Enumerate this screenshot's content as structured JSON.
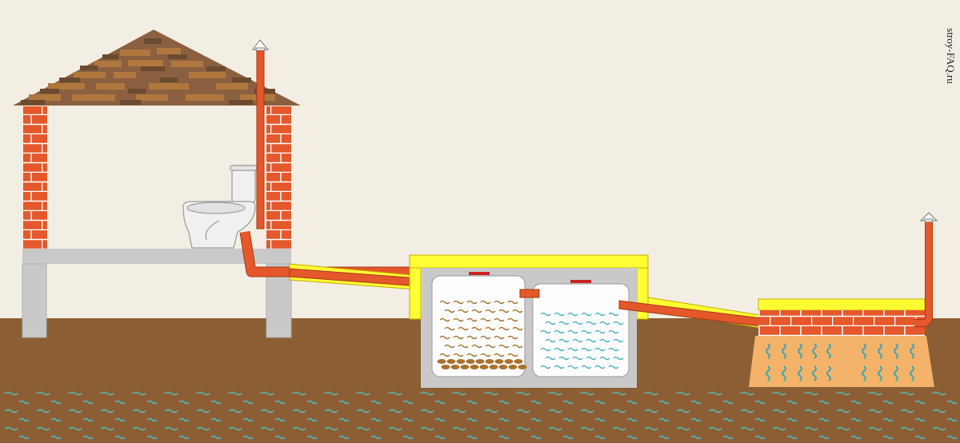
{
  "watermark": "stroy-FAQ.ru",
  "colors": {
    "sky": "#f2eee4",
    "soil": "#8b5e34",
    "groundwater": "#5bb3b3",
    "brick": "#e4582b",
    "mortar": "#ffffff",
    "concrete": "#c9c9c9",
    "pipe": "#e4582b",
    "pipe_outline": "#a93a12",
    "insulation": "#ffff33",
    "roof_dark": "#6b4a2f",
    "roof_light": "#b0773f",
    "sludge": "#a8722e",
    "clarified_water": "#4fb0c8",
    "filter_bed": "#f4b26a",
    "filter_water": "#3aa6b5"
  },
  "components": [
    "toilet-house",
    "sewer-pipe",
    "septic-chamber-1",
    "septic-chamber-2",
    "filtration-well",
    "vent-pipe"
  ]
}
